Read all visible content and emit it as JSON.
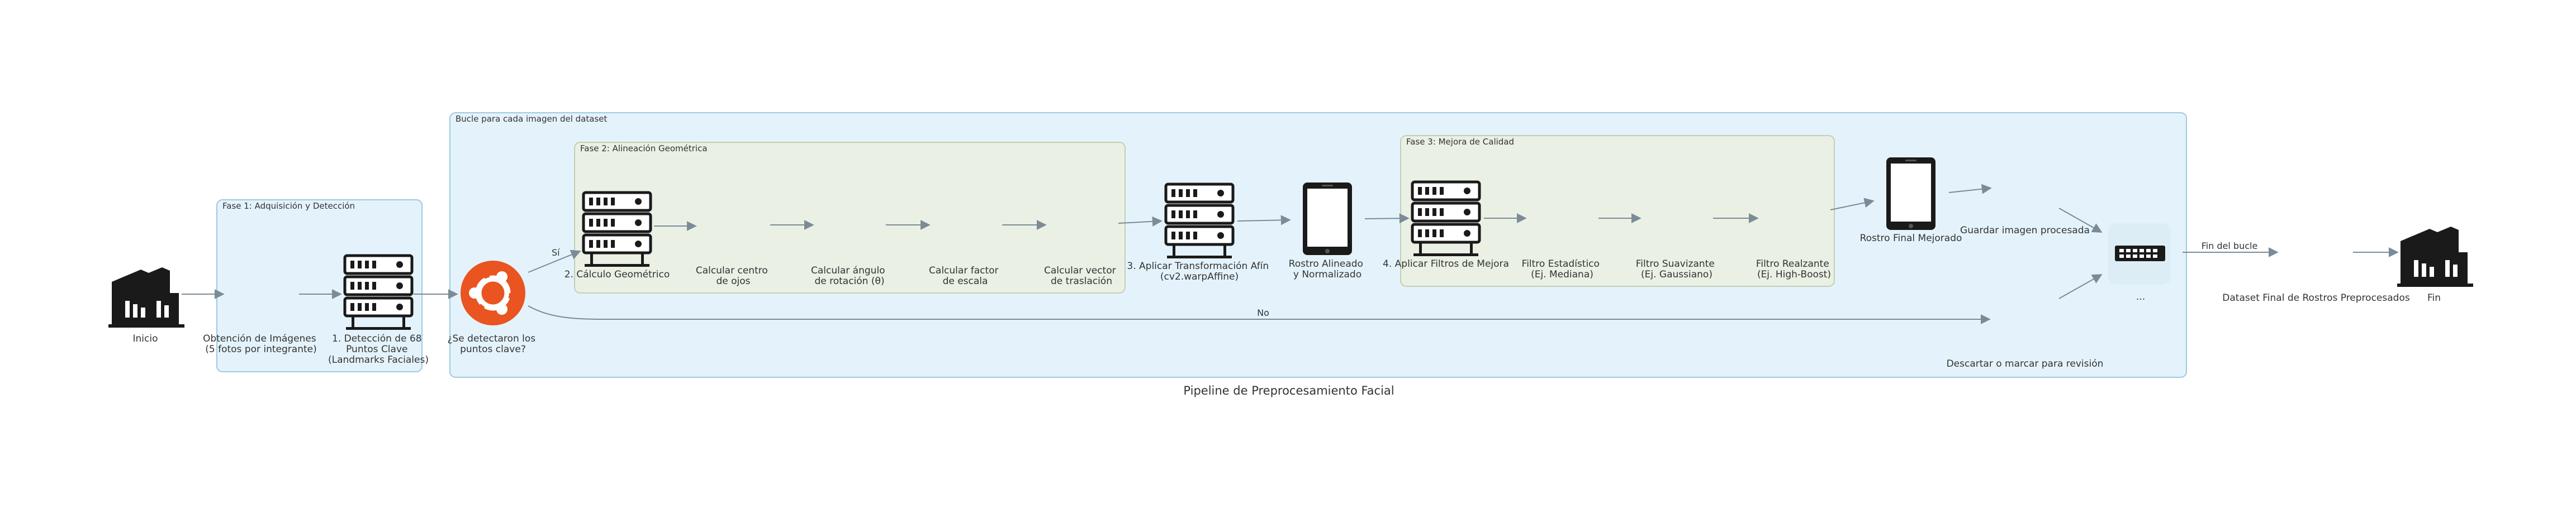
{
  "title": "Pipeline de Preprocesamiento Facial",
  "colors": {
    "cluster_outer_fill": "#e4f3fb",
    "cluster_outer_stroke": "#9ec9e2",
    "cluster_phase_fill": "#eaf0e4",
    "cluster_phase_stroke": "#c2cfb4",
    "edge": "#7b8b97",
    "icon": "#1a1a1a",
    "ubuntu": "#e95420"
  },
  "clusters": {
    "loop": "Bucle para cada imagen del dataset",
    "fase1": "Fase 1: Adquisición y Detección",
    "fase2": "Fase 2: Alineación Geométrica",
    "fase3": "Fase 3: Mejora de Calidad"
  },
  "nodes": {
    "inicio": "Inicio",
    "obtencion": [
      "Obtención de Imágenes",
      "(5 fotos por integrante)"
    ],
    "deteccion": [
      "1. Detección de 68",
      "Puntos Clave",
      "(Landmarks Faciales)"
    ],
    "decision": [
      "¿Se detectaron los",
      "puntos clave?"
    ],
    "calculo": "2. Cálculo Geométrico",
    "centro": [
      "Calcular centro",
      "de ojos"
    ],
    "angulo": [
      "Calcular ángulo",
      "de rotación (θ)"
    ],
    "factor": [
      "Calcular factor",
      "de escala"
    ],
    "vector": [
      "Calcular vector",
      "de traslación"
    ],
    "afin": [
      "3. Aplicar Transformación Afín",
      "(cv2.warpAffine)"
    ],
    "alineado": [
      "Rostro Alineado",
      "y Normalizado"
    ],
    "filtros": "4. Aplicar Filtros de Mejora",
    "estadistico": [
      "Filtro Estadístico",
      "(Ej. Mediana)"
    ],
    "suavizante": [
      "Filtro Suavizante",
      "(Ej. Gaussiano)"
    ],
    "realzante": [
      "Filtro Realzante",
      "(Ej. High-Boost)"
    ],
    "final": "Rostro Final Mejorado",
    "guardar": "Guardar imagen procesada",
    "merge": "...",
    "descartar": "Descartar o marcar para revisión",
    "dataset": "Dataset Final de Rostros Preprocesados",
    "fin": "Fin"
  },
  "edge_labels": {
    "si": "Sí",
    "no": "No",
    "fin_bucle": "Fin del bucle"
  }
}
